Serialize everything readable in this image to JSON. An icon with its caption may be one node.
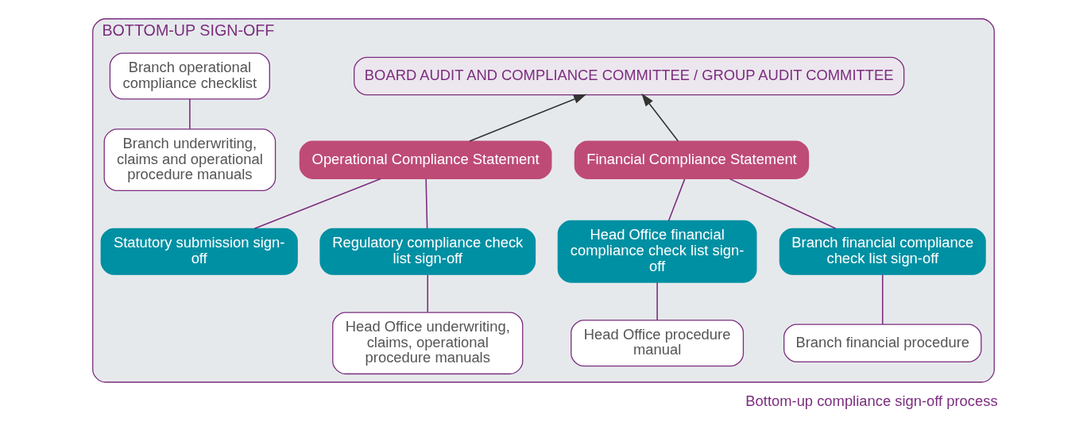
{
  "diagram": {
    "caption": "Bottom-up compliance sign-off process",
    "nodes": [
      {
        "text": [
          "BOTTOM-UP SIGN-OFF"
        ]
      },
      {
        "text": [
          "BOARD AUDIT AND COMPLIANCE COMMITTEE / GROUP AUDIT COMMITTEE"
        ],
        "in": 0
      },
      {
        "text": [
          "Operational Compliance Statement"
        ],
        "in": 0
      },
      {
        "text": [
          "Financial Compliance Statement"
        ],
        "in": 0
      },
      {
        "text": [
          "Statutory submission sign-off"
        ],
        "in": 0
      },
      {
        "text": [
          "Regulatory compliance check list sign-off"
        ],
        "in": 0
      },
      {
        "text": [
          "Head Office financial compliance check list sign-off"
        ],
        "in": 0
      },
      {
        "text": [
          "Branch financial compliance check list sign-off"
        ],
        "in": 0
      },
      {
        "text": [
          "Branch operational compliance checklist"
        ],
        "in": 0
      },
      {
        "text": [
          "Head Office underwriting, claims, operational procedure manuals"
        ],
        "in": 0
      },
      {
        "text": [
          "Head Office procedure manual"
        ],
        "in": 0
      },
      {
        "text": [
          "Branch financial procedure"
        ],
        "in": 0
      },
      {
        "text": [
          "Branch underwriting, claims and operational procedure manuals"
        ],
        "in": 0
      }
    ],
    "edges": [
      {
        "from": 2,
        "to": 1,
        "arrow": "to",
        "color": "#333333"
      },
      {
        "from": 3,
        "to": 1,
        "arrow": "to",
        "color": "#333333"
      },
      {
        "from": 2,
        "to": 4,
        "arrow": "none"
      },
      {
        "from": 2,
        "to": 5,
        "arrow": "none"
      },
      {
        "from": 3,
        "to": 6,
        "arrow": "none"
      },
      {
        "from": 3,
        "to": 7,
        "arrow": "none"
      },
      {
        "from": 5,
        "to": 9,
        "arrow": "none"
      },
      {
        "from": 8,
        "to": 12,
        "arrow": "none"
      },
      {
        "from": 6,
        "to": 10,
        "arrow": "none"
      },
      {
        "from": 7,
        "to": 11,
        "arrow": "none"
      }
    ]
  }
}
